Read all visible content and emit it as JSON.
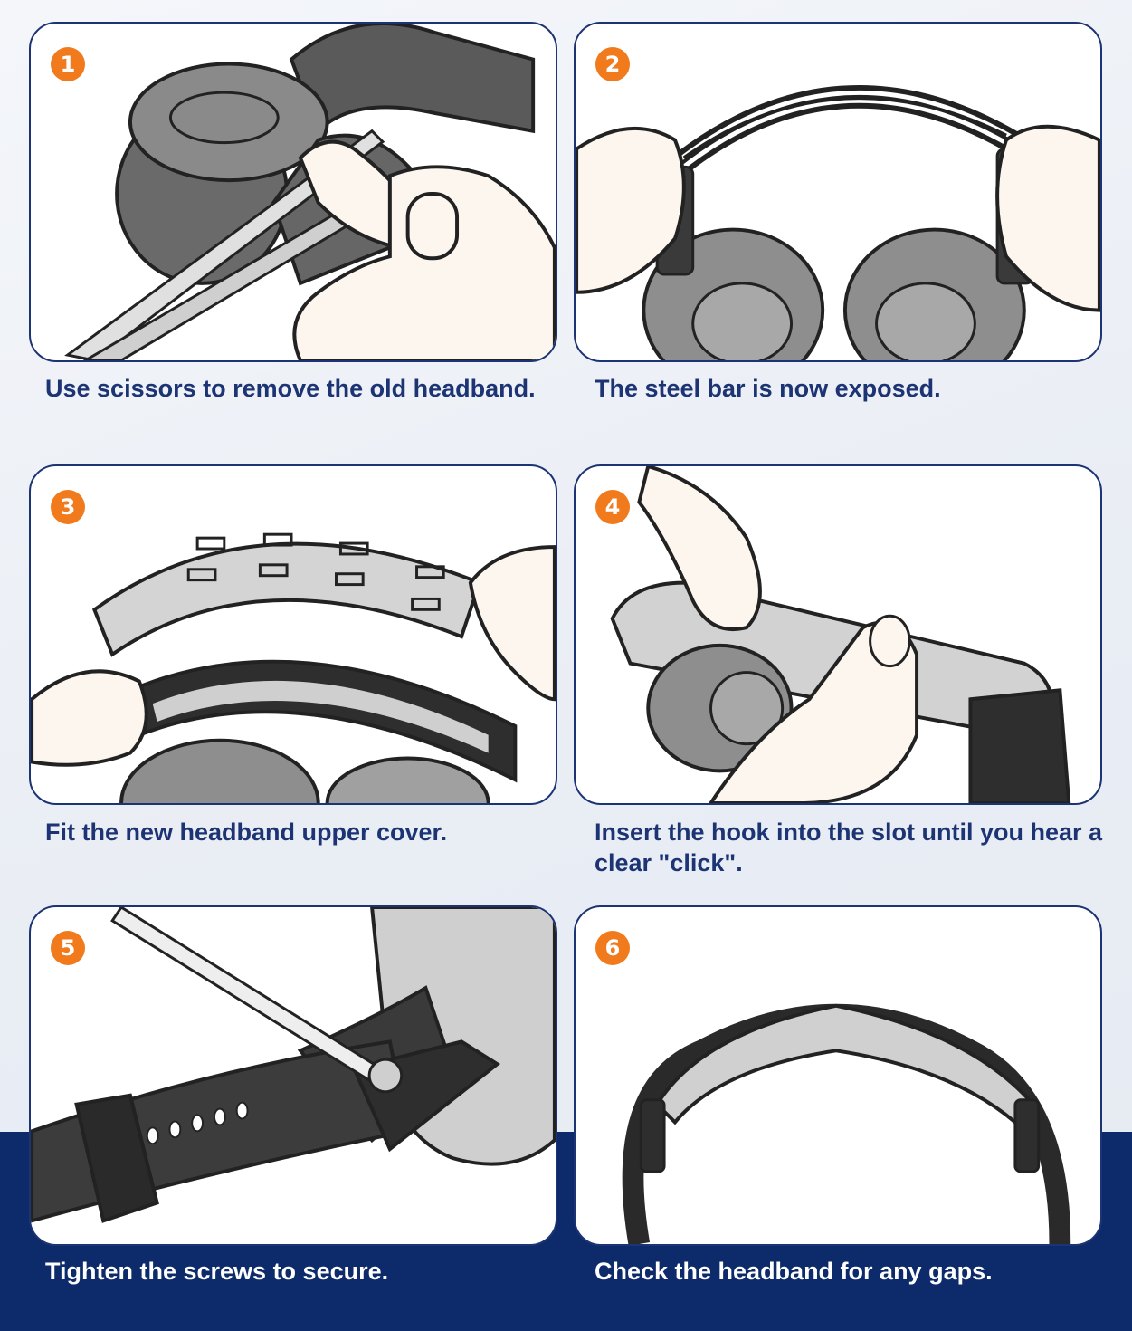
{
  "colors": {
    "accent": "#f07a1c",
    "navy": "#0d2b6a",
    "text": "#1d3474"
  },
  "steps": [
    {
      "number": "1",
      "caption": "Use scissors to remove the old headband."
    },
    {
      "number": "2",
      "caption": "The steel bar is now exposed."
    },
    {
      "number": "3",
      "caption": "Fit the new headband upper cover."
    },
    {
      "number": "4",
      "caption": "Insert the hook into the slot until you hear a clear \"click\"."
    },
    {
      "number": "5",
      "caption": "Tighten the screws to secure."
    },
    {
      "number": "6",
      "caption": "Check the headband for any gaps."
    }
  ]
}
